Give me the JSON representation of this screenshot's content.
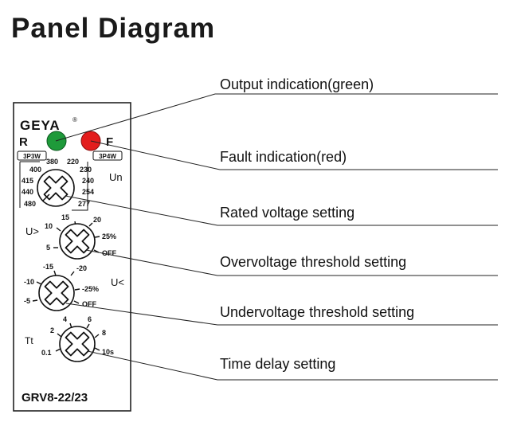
{
  "page_title": "Panel Diagram",
  "device": {
    "brand": "GEYA",
    "registered_mark": "®",
    "model": "GRV8-22/23",
    "led_r_label": "R",
    "led_f_label": "F",
    "colors": {
      "green_led": "#1e9a3a",
      "red_led": "#e31d1d"
    }
  },
  "voltage_dial": {
    "tag_3p3w": "3P3W",
    "tag_3p4w": "3P4W",
    "un_label": "Un",
    "scale_3p3w": [
      "400",
      "380",
      "415",
      "440",
      "480"
    ],
    "scale_3p4w": [
      "220",
      "230",
      "240",
      "254",
      "277"
    ]
  },
  "over_dial": {
    "label": "U>",
    "scale": [
      "5",
      "10",
      "15",
      "20",
      "25%",
      "OFF"
    ]
  },
  "under_dial": {
    "label": "U<",
    "scale": [
      "-5",
      "-10",
      "-15",
      "-20",
      "-25%",
      "OFF"
    ]
  },
  "time_dial": {
    "label": "Tt",
    "scale": [
      "0.1",
      "2",
      "4",
      "6",
      "8",
      "10s"
    ]
  },
  "callouts": [
    "Output indication(green)",
    "Fault indication(red)",
    "Rated voltage setting",
    "Overvoltage threshold setting",
    "Undervoltage threshold setting",
    "Time delay setting"
  ]
}
